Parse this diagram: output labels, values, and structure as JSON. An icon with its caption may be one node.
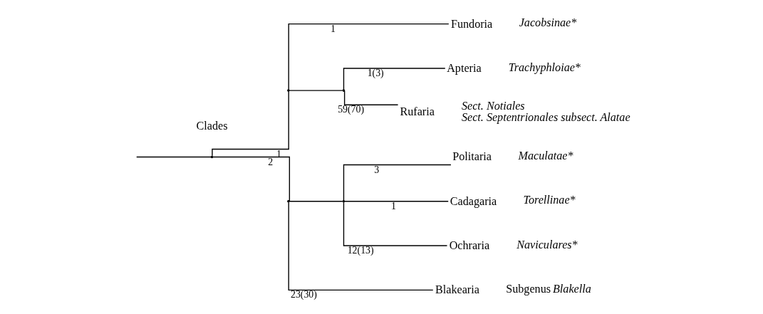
{
  "diagram": {
    "nodes": [
      {
        "text": [],
        "shape": "point"
      },
      {
        "text": [],
        "shape": "point"
      },
      {
        "text": [],
        "shape": "point"
      },
      {
        "text": [
          "Fundoria"
        ],
        "beside": [
          "Jacobsinae*"
        ]
      },
      {
        "text": [],
        "shape": "point"
      },
      {
        "text": [
          "Apteria"
        ],
        "beside": [
          "Trachyphloiae*"
        ]
      },
      {
        "text": [
          "Rufaria"
        ],
        "beside": [
          "Sect. Notiales",
          "Sect. Septentrionales subsect. Alatae"
        ]
      },
      {
        "text": [],
        "shape": "point"
      },
      {
        "text": [
          "Politaria"
        ],
        "beside": [
          "Maculatae*"
        ]
      },
      {
        "text": [
          "Cadagaria"
        ],
        "beside": [
          "Torellinae*"
        ]
      },
      {
        "text": [
          "Ochraria"
        ],
        "beside": [
          "Naviculares*"
        ]
      },
      {
        "text": [
          "Blakearia"
        ],
        "beside": [
          "Subgenus *Blakella*"
        ]
      }
    ],
    "edges": [
      {
        "from": null,
        "to": 0,
        "arrow": "none"
      },
      {
        "from": 0,
        "to": 1,
        "arrow": "none",
        "label": "1"
      },
      {
        "from": 0,
        "to": 2,
        "arrow": "none",
        "label": "2"
      },
      {
        "from": 1,
        "to": 3,
        "arrow": "none",
        "label": "1"
      },
      {
        "from": 1,
        "to": 4,
        "arrow": "none"
      },
      {
        "from": 4,
        "to": 5,
        "arrow": "none",
        "label": "1(3)"
      },
      {
        "from": 4,
        "to": 6,
        "arrow": "none",
        "label": "59(70)"
      },
      {
        "from": 2,
        "to": 7,
        "arrow": "none"
      },
      {
        "from": 2,
        "to": 11,
        "arrow": "none",
        "label": "23(30)"
      },
      {
        "from": 7,
        "to": 8,
        "arrow": "none",
        "label": "3"
      },
      {
        "from": 7,
        "to": 9,
        "arrow": "none",
        "label": "1"
      },
      {
        "from": 7,
        "to": 10,
        "arrow": "none",
        "label": "12(13)"
      }
    ],
    "labels": [
      "Clades"
    ]
  }
}
